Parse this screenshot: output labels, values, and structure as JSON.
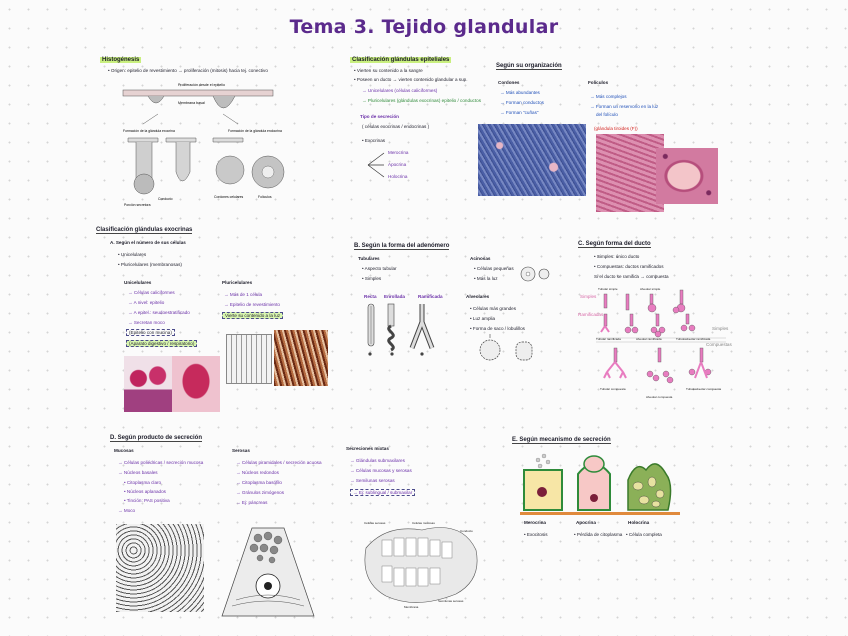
{
  "title": "Tema 3. Tejido glandular",
  "s1": {
    "header": "Histogénesis",
    "lines": [
      "• Origen: epitelio de revestimiento → proliferación (mitosis) hacia tej. conectivo"
    ],
    "diagram_labels": [
      "Proliferación desde el epitelio",
      "Membrana basal",
      "Formación de la glándula exocrina",
      "Formación de la glándula endocrina",
      "Conducto",
      "Porción secretora",
      "Cordones celulares",
      "Folículos"
    ]
  },
  "s2": {
    "header": "Clasificación glándulas epiteliales",
    "lines": [
      "• Vierten su contenido a la sangre",
      "• Poseen un ducto → vierten contenido glandular a sup.",
      "→ Unicelulares (células caliciformes)",
      "→ Pluricelulares (glándulas exocrinas) epitelio / conductos"
    ],
    "sub": "Tipo de secreción",
    "sublines": [
      "( células exocrinas / endocrinas )",
      "• Exocrinas"
    ],
    "branches": [
      "Merocrina",
      "Apocrina",
      "Holocrina"
    ]
  },
  "s3": {
    "header": "Según su organización",
    "cordones_title": "Cordones",
    "cordones": [
      "→ Más abundantes",
      "→ Forman conductos",
      "→ Forman \"cuñas\""
    ],
    "foliculos_title": "Folículos",
    "foliculos": [
      "→ Más complejos",
      "→ Forman un reservorio en la luz",
      "del folículo"
    ],
    "red_note": "(glándula tiroides (F))"
  },
  "s4": {
    "header": "Clasificación glándulas exocrinas",
    "a": "A. Según el número de sus células",
    "a_lines": [
      "• Unicelulares",
      "• Pluricelulares (membranosas)"
    ],
    "uni_title": "Unicelulares",
    "uni": [
      "→ Células caliciformes",
      "→ A nivel: epitelio",
      "→ A epitel.: seudoestratificado",
      "→ Secretan moco",
      "(Epitelio con mucina)",
      "(Aparato digestivo / respiratorio)"
    ],
    "pluri_title": "Pluricelulares",
    "pluri": [
      "→ Más de 1 célula",
      "→ Epitelio de revestimiento",
      "Vierte su contenido a la luz"
    ]
  },
  "s5": {
    "header": "B. Según la forma del adenómero",
    "tub_title": "Tubulares",
    "tub": [
      "• Aspecto tubular",
      "• Simples"
    ],
    "tub_cols": [
      "Recta",
      "Enrollada",
      "Ramificada"
    ],
    "aci_title": "Acinosas",
    "aci": [
      "• Células pequeñas",
      "• Más la luz"
    ],
    "alv_title": "Alveolares",
    "alv": [
      "• Células más grandes",
      "• Luz amplia",
      "• Forma de saco / lobulillos"
    ]
  },
  "s6": {
    "header": "C. Según forma del ducto",
    "lines": [
      "• Simples: único ducto",
      "• Compuestas: ductos ramificados",
      "Si el ducto se ramifica → compuesta"
    ],
    "side_labels": [
      "Simples",
      "Ramificadas",
      "Simples",
      "Compuestas"
    ],
    "shape_labels": [
      "Tubular simple",
      "Tubular ramificada",
      "Tubular enrollada",
      "Alveolar simple",
      "Alveolar ramificada",
      "Tubuloalveolar ramificada",
      "Tubular compuesta",
      "Alveolar compuesta",
      "Tubuloalveolar compuesta"
    ]
  },
  "s7": {
    "header": "D. Según producto de secreción",
    "mucosas_title": "Mucosas",
    "mucosas": [
      "→ Células poliédricas / secreción mucosa",
      "→ Núcleos basales",
      "• Citoplasma claro",
      "• Núcleos aplanados",
      "• Tinción: PAS positiva",
      "→ Moco"
    ],
    "serosas_title": "Serosas",
    "serosas": [
      "→ Células piramidales / secreción acuosa",
      "→ Núcleos redondos",
      "→ Citoplasma basófilo",
      "→ Gránulos zimógenos",
      "→ Ej: páncreas"
    ],
    "mixtas_title": "Secreciones mixtas",
    "mixtas": [
      "→ Glándulas submaxilares",
      "→ Células mucosas y serosas",
      "→ Semilunas serosas",
      "→ Ej: sublingual / submaxilar"
    ],
    "micro_labels": [
      "Luz del acino",
      "Células serosas",
      "Células mucosas",
      "Semilunas serosas",
      "Conducto",
      "Membrana"
    ]
  },
  "s8": {
    "header": "E. Según mecanismo de secreción",
    "cols": [
      "Merocrina",
      "Apocrina",
      "Holocrina"
    ],
    "notes": [
      "• Exocitosis",
      "• Pérdida de citoplasma",
      "• Célula completa"
    ]
  }
}
